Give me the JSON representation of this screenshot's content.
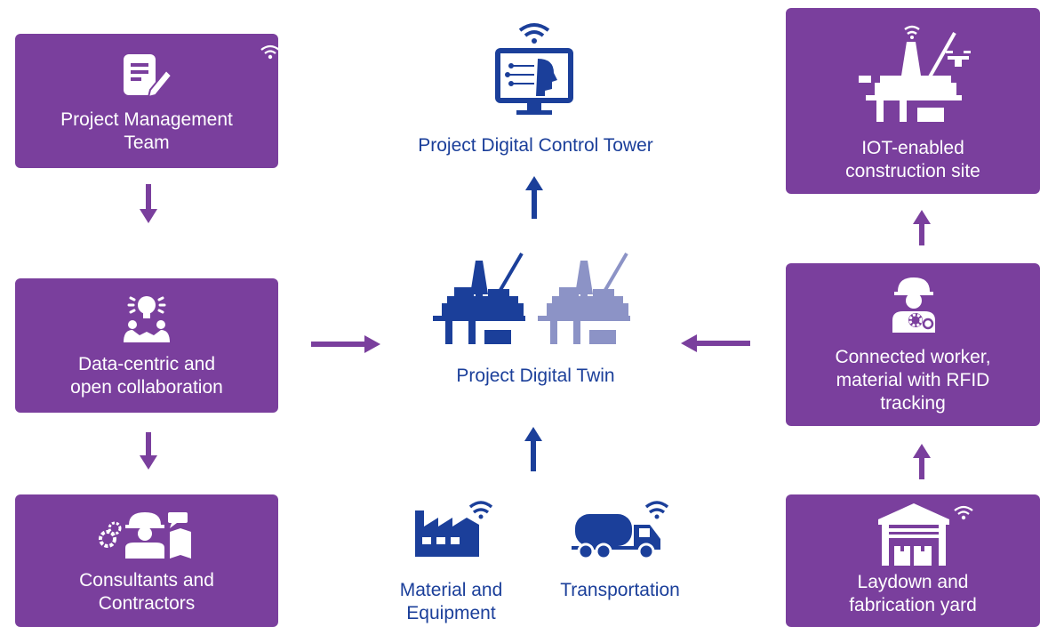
{
  "colors": {
    "box_fill": "#7a3f9d",
    "arrow_purple": "#7a3f9d",
    "blue": "#1b3f9a",
    "light_blue": "#8c93c6"
  },
  "left_column": {
    "project_management_team": {
      "label": "Project Management\nTeam",
      "icon": "document-edit-icon"
    },
    "data_centric": {
      "label": "Data-centric and\nopen collaboration",
      "icon": "idea-collaboration-icon"
    },
    "consultants": {
      "label": "Consultants and\nContractors",
      "icon": "workers-icon"
    }
  },
  "center": {
    "control_tower": {
      "label": "Project Digital Control Tower",
      "icon": "monitor-ai-icon"
    },
    "digital_twin": {
      "label": "Project Digital Twin",
      "icon": "oil-rig-twin-icon"
    },
    "material": {
      "label": "Material and\nEquipment",
      "icon": "factory-icon"
    },
    "transportation": {
      "label": "Transportation",
      "icon": "tanker-truck-icon"
    }
  },
  "right_column": {
    "iot_site": {
      "label": "IOT-enabled\nconstruction site",
      "icon": "oil-rig-drone-icon"
    },
    "connected_worker": {
      "label": "Connected worker,\nmaterial with RFID\ntracking",
      "icon": "worker-gear-icon"
    },
    "laydown": {
      "label": "Laydown and\nfabrication yard",
      "icon": "warehouse-icon"
    }
  }
}
